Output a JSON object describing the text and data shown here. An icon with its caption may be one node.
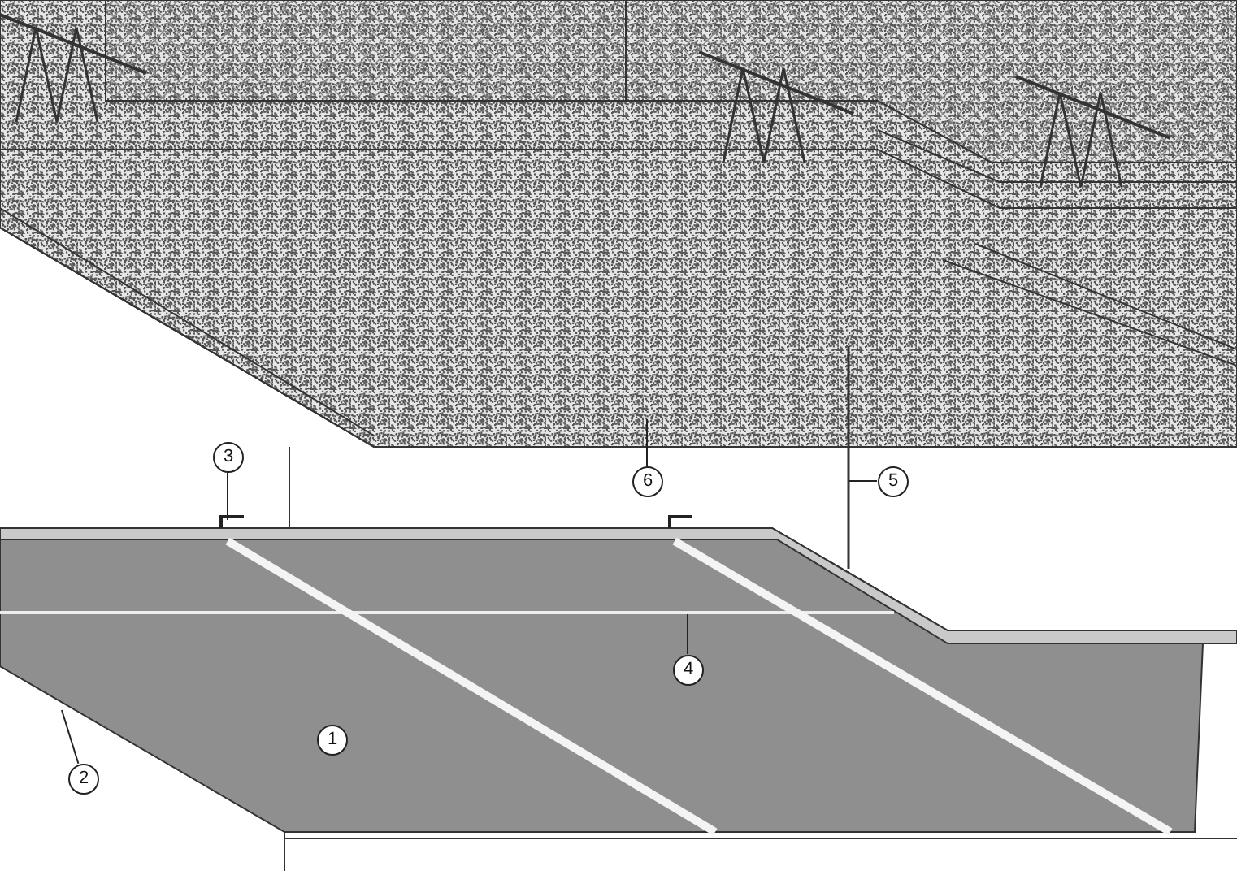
{
  "diagram": {
    "nodes": [
      {
        "text": [
          "3"
        ]
      },
      {
        "text": [
          "6"
        ]
      },
      {
        "text": [
          "5"
        ]
      },
      {
        "text": [
          "4"
        ]
      },
      {
        "text": [
          "1"
        ]
      },
      {
        "text": [
          "2"
        ]
      }
    ],
    "edges": [
      {
        "from": 0,
        "to": null,
        "arrow": "none"
      },
      {
        "from": 1,
        "to": null,
        "arrow": "none"
      },
      {
        "from": 2,
        "to": null,
        "arrow": "none"
      },
      {
        "from": 3,
        "to": null,
        "arrow": "none"
      },
      {
        "from": 5,
        "to": null,
        "arrow": "none"
      }
    ]
  }
}
